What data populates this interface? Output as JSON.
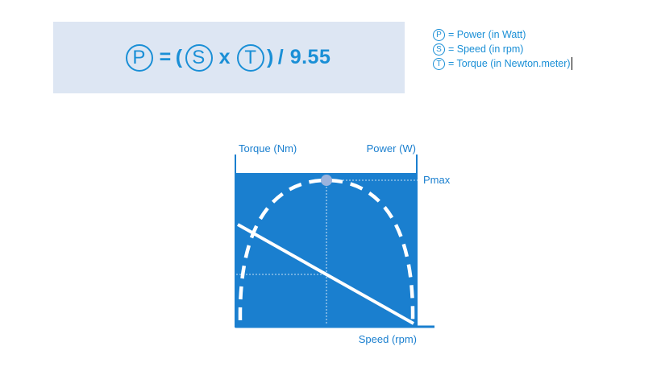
{
  "formula": {
    "lhs": "P",
    "equals": "=",
    "open_paren": "(",
    "s": "S",
    "times": "x",
    "t": "T",
    "close_paren": ")",
    "divide": "/ 9.55"
  },
  "legend": [
    {
      "symbol": "P",
      "text": "= Power (in Watt)"
    },
    {
      "symbol": "S",
      "text": "= Speed (in rpm)"
    },
    {
      "symbol": "T",
      "text": "= Torque (in Newton.meter)"
    }
  ],
  "diagram": {
    "label_torque": "Torque (Nm)",
    "label_power": "Power (W)",
    "label_pmax": "Pmax",
    "label_speed": "Speed (rpm)"
  },
  "colors": {
    "accent": "#1a8fd6",
    "panel": "#dde6f3",
    "plot_bg": "#1a7fcf",
    "curve": "#ffffff",
    "pmax_dot": "#9bb3dd"
  }
}
